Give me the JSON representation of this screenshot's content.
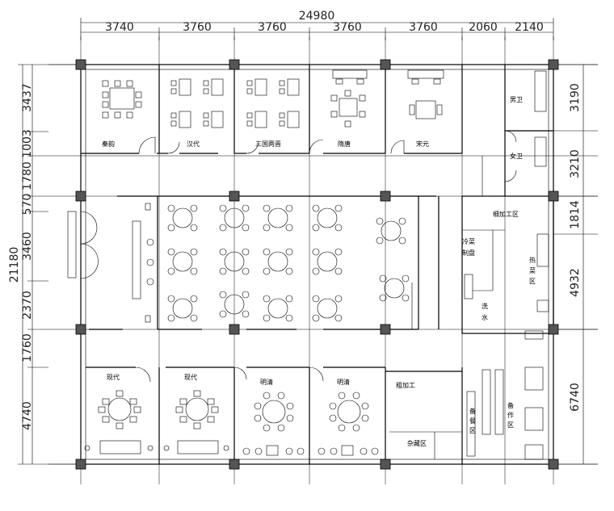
{
  "dimensions": {
    "total_width": "24980",
    "total_height": "21180",
    "top": [
      "3740",
      "3760",
      "3760",
      "3760",
      "3760",
      "2060",
      "2140"
    ],
    "left": [
      "3437",
      "1003",
      "1780",
      "570",
      "3460",
      "2370",
      "1760",
      "4740"
    ],
    "right": [
      "3190",
      "3210",
      "1814",
      "4932",
      "6740"
    ]
  },
  "rooms": {
    "top": [
      "秦韵",
      "汉代",
      "三国两晋",
      "隋唐",
      "宋元"
    ],
    "bottom": [
      "现代",
      "现代",
      "明清",
      "明清"
    ],
    "toilet_male": "男卫",
    "toilet_female": "女卫",
    "fine_processing": "细加工区",
    "cold_dish": "冷菜",
    "cold_dish_b": "制盘",
    "kitchen_side": "热",
    "kitchen_side_b": "菜",
    "kitchen_side_c": "区",
    "wash": "洗",
    "wash_b": "水",
    "rough_processing": "粗加工",
    "dry_storage": "杂藏区",
    "staff_a": "备",
    "staff_b": "餐",
    "staff_c": "区",
    "prep_a": "备",
    "prep_b": "作",
    "prep_c": "区"
  },
  "colors": {
    "line": "#000000",
    "column": "#555555"
  }
}
